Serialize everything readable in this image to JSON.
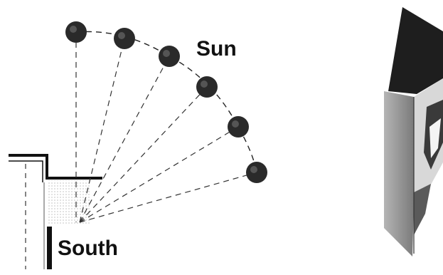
{
  "labels": {
    "sun": "Sun",
    "south": "South"
  },
  "colors": {
    "ink": "#111111",
    "sun_fill": "#2a2a2a",
    "panel_dark": "#1e1e1e",
    "panel_gray": "#8d8d8d",
    "panel_light": "#d8d8d8"
  },
  "diagram": {
    "sun_positions_count": 6,
    "icon": "sun-path-shading-diagram"
  }
}
